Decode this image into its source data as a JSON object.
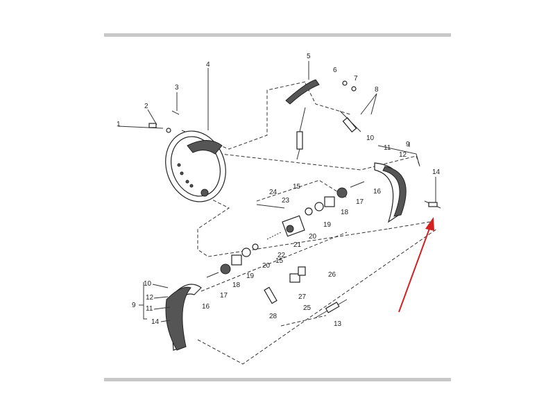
{
  "diagram": {
    "title": "Drum brake assembly exploded view",
    "labels": [
      "1",
      "2",
      "3",
      "4",
      "5",
      "6",
      "7",
      "8",
      "9",
      "10",
      "11",
      "12",
      "14",
      "24",
      "15",
      "23",
      "16",
      "17",
      "18",
      "19",
      "20",
      "21",
      "22",
      "20",
      "15",
      "19",
      "18",
      "17",
      "16",
      "10",
      "12",
      "9",
      "11",
      "14",
      "26",
      "27",
      "25",
      "28",
      "13"
    ],
    "arrow_color": "#d42020"
  }
}
